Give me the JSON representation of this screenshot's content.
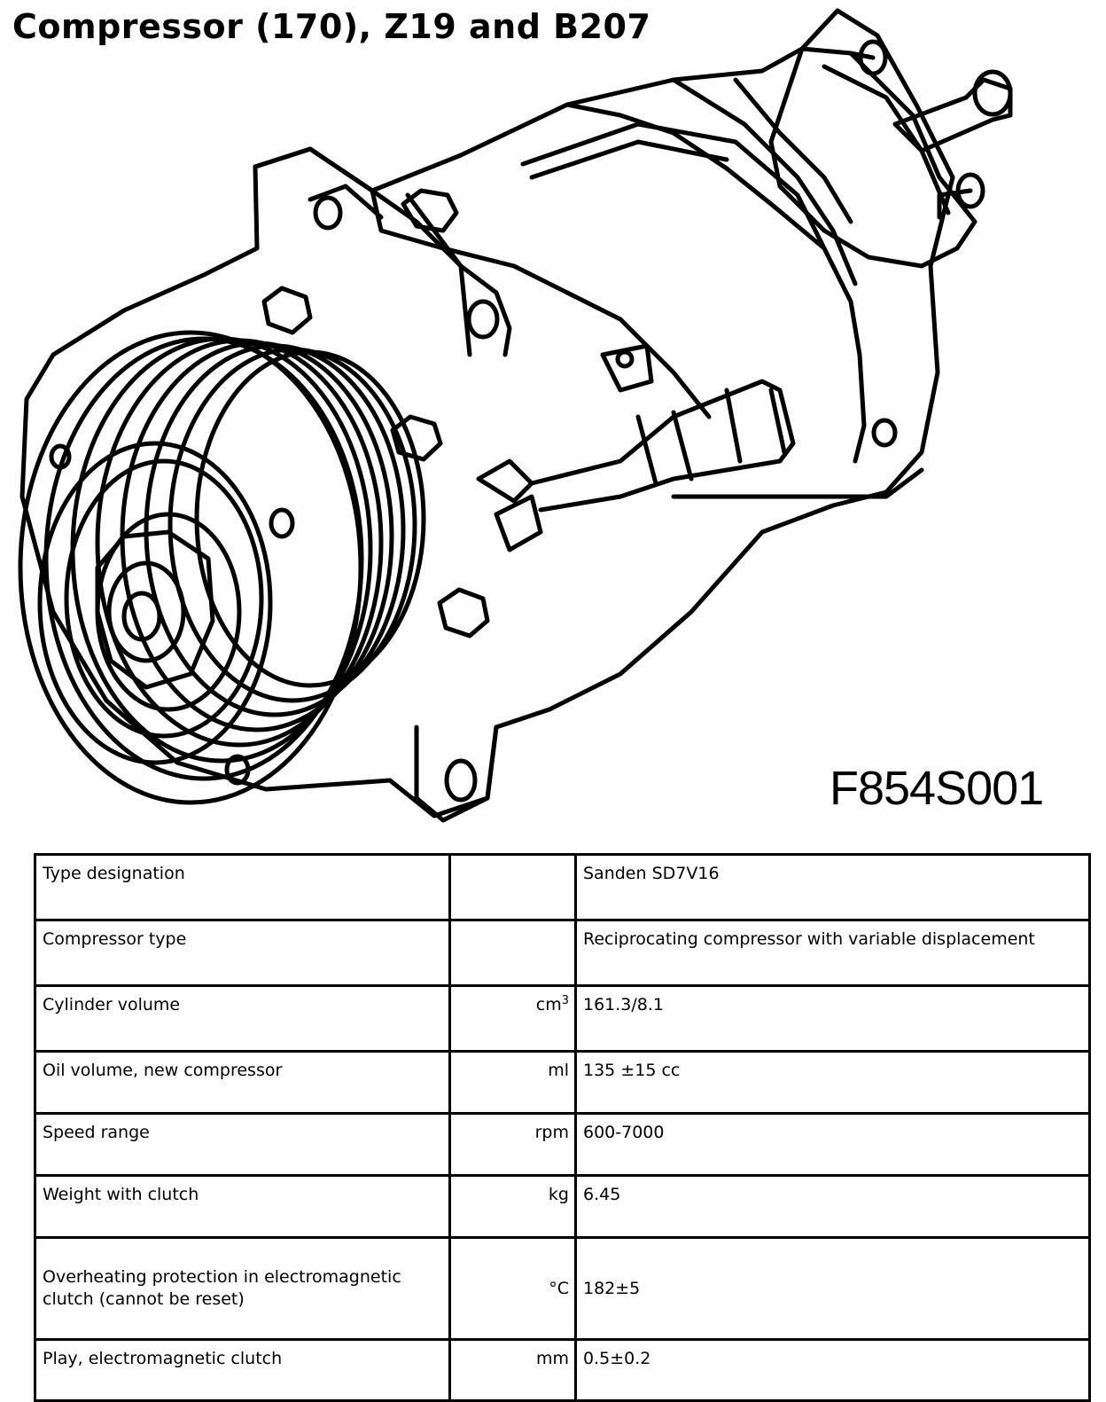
{
  "title": "Compressor (170), Z19 and B207",
  "figure_code": "F854S001",
  "spec_table": {
    "rows": [
      {
        "label": "Type designation",
        "unit": "",
        "value": "Sanden SD7V16"
      },
      {
        "label": "Compressor type",
        "unit": "",
        "value": "Reciprocating compressor with variable displacement"
      },
      {
        "label": "Cylinder volume",
        "unit": "cm",
        "unit_sup": "3",
        "value": "161.3/8.1"
      },
      {
        "label": "Oil volume, new compressor",
        "unit": "ml",
        "value": "135 ±15 cc"
      },
      {
        "label": "Speed range",
        "unit": "rpm",
        "value": "600-7000"
      },
      {
        "label": "Weight with clutch",
        "unit": "kg",
        "value": "6.45"
      },
      {
        "label": "Overheating protection in electromagnetic clutch (cannot be reset)",
        "unit": "°C",
        "value": "182±5"
      },
      {
        "label": "Play, electromagnetic clutch",
        "unit": "mm",
        "value": "0.5±0.2"
      }
    ]
  }
}
